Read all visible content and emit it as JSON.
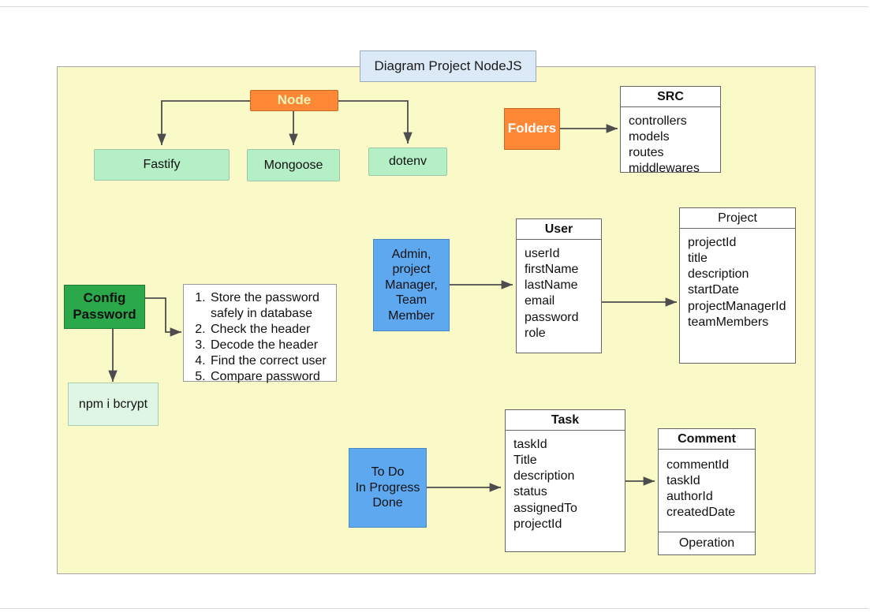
{
  "title": {
    "label": "Diagram Project NodeJS"
  },
  "colors": {
    "canvas": "#fafac8",
    "orange": "#ff8836",
    "green_light": "#b5efc5",
    "green_pale": "#e0f6e4",
    "green_dark": "#2aa84a",
    "blue": "#5ea8f0",
    "title_blue": "#dce9f7",
    "edge": "#4d4d4d"
  },
  "nodes": {
    "node": {
      "label": "Node"
    },
    "fastify": {
      "label": "Fastify"
    },
    "mongoose": {
      "label": "Mongoose"
    },
    "dotenv": {
      "label": "dotenv"
    },
    "folders": {
      "label": "Folders"
    },
    "config_password": {
      "label": "Config\nPassword",
      "line1": "Config",
      "line2": "Password"
    },
    "npm_bcrypt": {
      "label": "npm i bcrypt"
    },
    "roles": {
      "lines": [
        "Admin,",
        "project",
        "Manager,",
        "Team",
        "Member"
      ]
    },
    "statuses": {
      "lines": [
        "To Do",
        "In Progress",
        "Done"
      ]
    }
  },
  "steps": {
    "items": [
      "Store the password safely in database",
      "Check the header",
      "Decode the header",
      "Find the correct user",
      "Compare password"
    ]
  },
  "entities": [
    {
      "key": "src",
      "title": "SRC",
      "title_bold": true,
      "fields": [
        "controllers",
        "models",
        "routes",
        "middlewares"
      ],
      "footer": null
    },
    {
      "key": "user",
      "title": "User",
      "title_bold": true,
      "fields": [
        "userId",
        "firstName",
        "lastName",
        "email",
        "password",
        "role"
      ],
      "footer": null
    },
    {
      "key": "project",
      "title": "Project",
      "title_bold": false,
      "fields": [
        "projectId",
        "title",
        "description",
        "startDate",
        "projectManagerId",
        "teamMembers"
      ],
      "footer": null
    },
    {
      "key": "task",
      "title": "Task",
      "title_bold": true,
      "fields": [
        "taskId",
        "Title",
        "description",
        "status",
        "assignedTo",
        "projectId"
      ],
      "footer": null
    },
    {
      "key": "comment",
      "title": "Comment",
      "title_bold": true,
      "fields": [
        "commentId",
        "taskId",
        "authorId",
        "createdDate"
      ],
      "footer": "Operation"
    }
  ]
}
